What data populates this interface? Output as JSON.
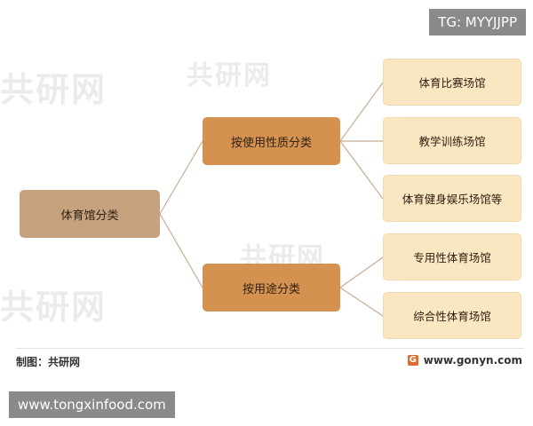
{
  "watermarks": [
    "共研网",
    "共研网",
    "共研网",
    "共研网"
  ],
  "tags": {
    "top_right": "TG: MYYJJPP",
    "bottom_left": "www.tongxinfood.com"
  },
  "diagram": {
    "root": "体育馆分类",
    "branches": [
      {
        "label": "按使用性质分类",
        "children": [
          "体育比赛场馆",
          "教学训练场馆",
          "体育健身娱乐场馆等"
        ]
      },
      {
        "label": "按用途分类",
        "children": [
          "专用性体育场馆",
          "综合性体育场馆"
        ]
      }
    ]
  },
  "footer": {
    "source": "制图：共研网",
    "brand_url": "www.gonyn.com",
    "brand_icon_glyph": "G"
  },
  "colors": {
    "root": "#c6a17e",
    "branch": "#d4914f",
    "leaf": "#fbe6c2",
    "edge": "#c8ad92"
  }
}
